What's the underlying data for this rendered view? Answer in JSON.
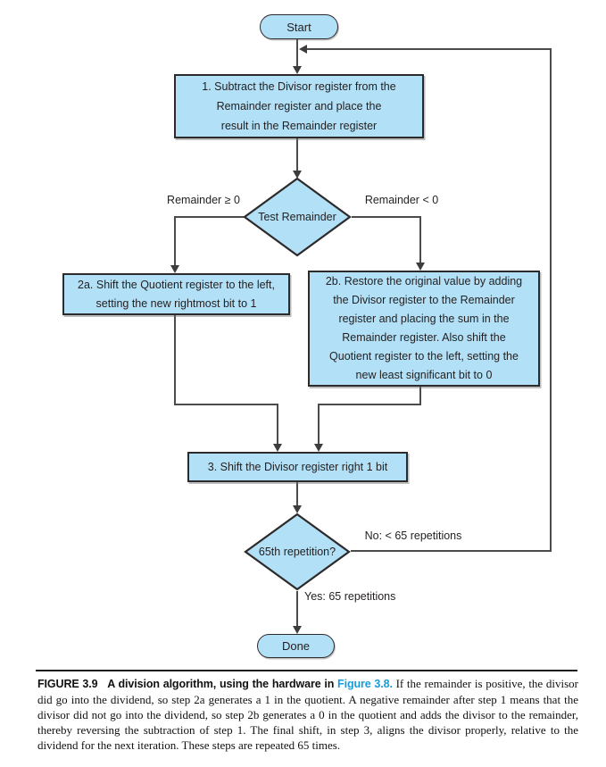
{
  "colors": {
    "node_fill": "#b2e0f6",
    "node_border": "#2d2a2b",
    "line": "#4b4b4b",
    "link_blue": "#1b9cd8"
  },
  "flowchart": {
    "nodes": {
      "start": {
        "label": "Start"
      },
      "step1": {
        "label": "1.  Subtract the Divisor register from the\nRemainder register and place the\nresult in the Remainder register"
      },
      "test": {
        "label": "Test Remainder"
      },
      "step2a": {
        "label": "2a.  Shift the Quotient register to the left,\nsetting the new rightmost bit to 1"
      },
      "step2b": {
        "label": "2b.  Restore the original value by adding\nthe Divisor register to the Remainder\nregister and placing the sum in the\nRemainder register. Also shift the\nQuotient register to the left, setting the\nnew least significant bit to 0"
      },
      "step3": {
        "label": "3.  Shift the Divisor register right 1 bit"
      },
      "repeat": {
        "label": "65th repetition?"
      },
      "done": {
        "label": "Done"
      }
    },
    "branch_labels": {
      "remainder_ge": "Remainder ≥ 0",
      "remainder_lt": "Remainder < 0",
      "no": "No: < 65 repetitions",
      "yes": "Yes: 65 repetitions"
    }
  },
  "caption": {
    "figure_label": "FIGURE 3.9",
    "title": "A division algorithm, using the hardware in",
    "link": "Figure 3.8.",
    "body": "If the remainder is positive, the divisor did go into the dividend, so step 2a generates a 1 in the quotient. A negative remainder after step 1 means that the divisor did not go into the dividend, so step 2b generates a 0 in the quotient and adds the divisor to the remainder, thereby reversing the subtraction of step 1. The final shift, in step 3, aligns the divisor properly, relative to the dividend for the next iteration. These steps are repeated 65 times."
  }
}
